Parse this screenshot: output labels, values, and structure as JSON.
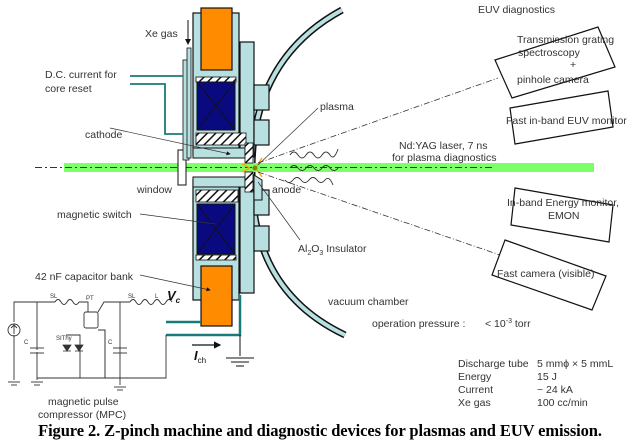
{
  "labels": {
    "xe_gas_top": "Xe gas",
    "dc_current_line1": "D.C. current for",
    "dc_current_line2": "core reset",
    "cathode": "cathode",
    "window": "window",
    "magnetic_switch": "magnetic switch",
    "capacitor_bank": "42 nF capacitor bank",
    "vc": "V",
    "vc_sub": "c",
    "ich": "I",
    "ich_sub": "ch",
    "mpc_line1": "magnetic pulse",
    "mpc_line2": "compressor (MPC)",
    "plasma": "plasma",
    "anode": "anode",
    "insulator_prefix": "Al",
    "insulator_sub1": "2",
    "insulator_mid": "O",
    "insulator_sub2": "3",
    "insulator_suffix": " Insulator",
    "vacuum_chamber": "vacuum chamber",
    "operation_pressure_label": "operation pressure :",
    "operation_pressure_value_prefix": "< 10",
    "operation_pressure_exp": "-3",
    "operation_pressure_unit": " torr",
    "euv_diagnostics": "EUV diagnostics",
    "laser_line1": "Nd:YAG laser, 7 ns",
    "laser_line2": "for plasma diagnostics"
  },
  "circuit": {
    "sl0": "SL",
    "pt": "PT",
    "sl1": "SL",
    "l1": "L",
    "c0": "C",
    "c1": "C",
    "sithy": "SIThy"
  },
  "diagnostics": [
    {
      "line1": "Transmission grating",
      "line2": "spectroscopy",
      "line3": "+",
      "line4": "pinhole camera"
    },
    {
      "line1": "Fast in-band EUV monitor"
    },
    {
      "line1": "In-band Energy monitor,",
      "line2": "EMON"
    },
    {
      "line1": "Fast camera (visible)"
    }
  ],
  "specs": [
    {
      "name": "Discharge tube",
      "value": "5 mmϕ × 5 mmL"
    },
    {
      "name": "Energy",
      "value": "15 J"
    },
    {
      "name": "Current",
      "value": "~ 24 kA"
    },
    {
      "name": "Xe gas",
      "value": "100 cc/min"
    }
  ],
  "colors": {
    "capacitor": "#ff8c00",
    "coil": "#0a0a80",
    "housing": "#b8e0e0",
    "chamber": "#b8e0e0",
    "laser": "#7dff6a",
    "lead": "#1a7a7a"
  },
  "caption": "Figure 2.  Z-pinch machine and diagnostic devices for plasmas and EUV emission."
}
